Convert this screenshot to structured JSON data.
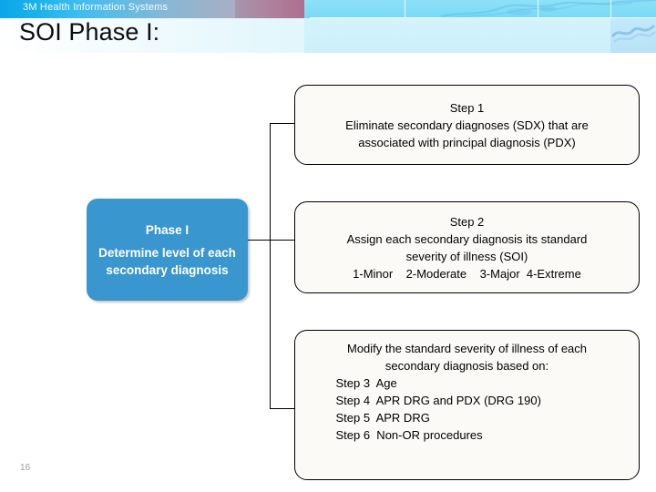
{
  "header": {
    "brand_label": "3M Health Information Systems",
    "title": "SOI Phase I:",
    "brand_blue": "#0aa6e8",
    "brand_mauve": "#ac6f90",
    "brand_cyan": "#7fdcf6"
  },
  "slide": {
    "number": "16"
  },
  "phase_box": {
    "title": "Phase I",
    "subtitle": "Determine level of  each secondary diagnosis",
    "fill_color": "#3a96ce",
    "text_color": "#ffffff"
  },
  "steps": {
    "step1": {
      "heading": "Step 1",
      "line1": "Eliminate secondary diagnoses (SDX) that are",
      "line2": "associated with principal diagnosis (PDX)"
    },
    "step2": {
      "heading": "Step 2",
      "line1": "Assign each secondary diagnosis its standard",
      "line2": "severity of illness (SOI)",
      "scale": "1-Minor    2-Moderate    3-Major  4-Extreme",
      "scale_items": [
        "1-Minor",
        "2-Moderate",
        "3-Major",
        "4-Extreme"
      ]
    },
    "step3": {
      "line1": "Modify the standard severity of illness of each",
      "line2": "secondary diagnosis based on:",
      "items": [
        {
          "label": "Step 3",
          "text": "Age"
        },
        {
          "label": "Step 4",
          "text": "APR DRG and PDX (DRG 190)"
        },
        {
          "label": "Step 5",
          "text": "APR DRG"
        },
        {
          "label": "Step 6",
          "text": "Non-OR procedures"
        }
      ],
      "list_text": "Step 3  Age\nStep 4  APR DRG and PDX (DRG 190)\nStep 5  APR DRG\nStep 6  Non-OR procedures"
    }
  }
}
